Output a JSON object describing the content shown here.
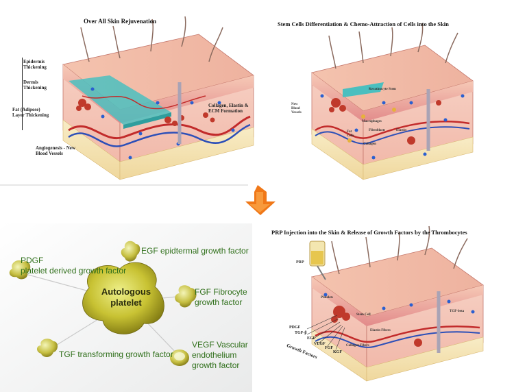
{
  "panel1": {
    "title": "Over All Skin Rejuvenation",
    "labels": {
      "epidermis": [
        "Epidermis",
        "Thickening"
      ],
      "dermis": [
        "Dermis",
        "Thickening"
      ],
      "fat": [
        "Fat (Adipose)",
        "Layer Thickening"
      ],
      "collagen": [
        "Collagen, Elastin &",
        "ECM Formation"
      ],
      "angio": [
        "Angiogenesis - New",
        "Blood Vessels"
      ]
    }
  },
  "panel2": {
    "title": "Stem Cells Differentiation & Chemo-Attraction of Cells into the Skin",
    "labels": {
      "keratinocyte": "Keratinocyte Stem",
      "new_vessels": [
        "New",
        "Blood",
        "Vessels"
      ],
      "macrophages": "Macrophages",
      "fibroblasts": "Fibroblasts",
      "elastin": "Elastin",
      "fat_cells": [
        "Fat",
        "Cells"
      ],
      "collagen": "Collagen"
    }
  },
  "panel3": {
    "title": "PRP Injection into the Skin & Release of Growth Factors by the Thrombocytes",
    "labels": {
      "prp": "PRP",
      "platelets": "Platelets",
      "stem_cell": "Stem Cell",
      "elastin_fibers": "Elastin Fibers",
      "collagen_fibers": "Collagen Fibers",
      "pdgf": "PDGF",
      "tgf": "TGF-β",
      "egf": "EGF",
      "vegf": "VEGF",
      "fgf": "FGF",
      "kgf": "KGF",
      "growth_factors": "Growth Factors",
      "right_label": "TGF-beta"
    }
  },
  "growth_factors_panel": {
    "center": [
      "Autologous",
      "platelet"
    ],
    "factors": {
      "pdgf": [
        "PDGF",
        "platelet derived growth factor"
      ],
      "egf": [
        "EGF epidtermal growth factor"
      ],
      "fgf": [
        "FGF Fibrocyte",
        "growth factor"
      ],
      "tgf": [
        "TGF transforming growth factor"
      ],
      "vegf": [
        "VEGF Vascular",
        "endothelium",
        "growth factor"
      ]
    }
  },
  "colors": {
    "arrow": "#f07818",
    "growth_text": "#2f6f1a",
    "platelet": "#b8b21e",
    "epidermis": "#e79a9a",
    "dermis": "#f2c2b5",
    "fat": "#f4e2b0"
  }
}
